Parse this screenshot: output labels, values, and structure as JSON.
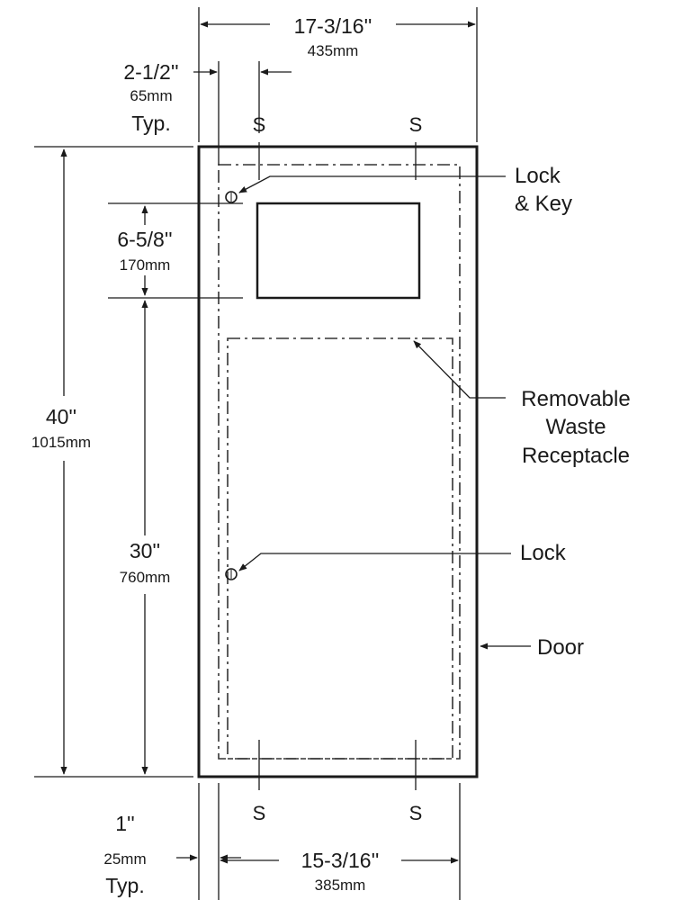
{
  "dimensions": {
    "top_width": {
      "imperial": "17-3/16''",
      "metric": "435mm"
    },
    "top_inset": {
      "imperial": "2-1/2''",
      "metric": "65mm",
      "note": "Typ."
    },
    "overall_height": {
      "imperial": "40''",
      "metric": "1015mm"
    },
    "window_height": {
      "imperial": "6-5/8''",
      "metric": "170mm"
    },
    "lower_height": {
      "imperial": "30''",
      "metric": "760mm"
    },
    "bottom_inset": {
      "imperial": "1''",
      "metric": "25mm",
      "note": "Typ."
    },
    "bottom_width": {
      "imperial": "15-3/16''",
      "metric": "385mm"
    }
  },
  "screw_marks": {
    "top_left": "S",
    "top_right": "S",
    "bottom_left": "S",
    "bottom_right": "S"
  },
  "callouts": {
    "lock_key_line1": "Lock",
    "lock_key_line2": "& Key",
    "receptacle_line1": "Removable",
    "receptacle_line2": "Waste",
    "receptacle_line3": "Receptacle",
    "lock": "Lock",
    "door": "Door"
  }
}
